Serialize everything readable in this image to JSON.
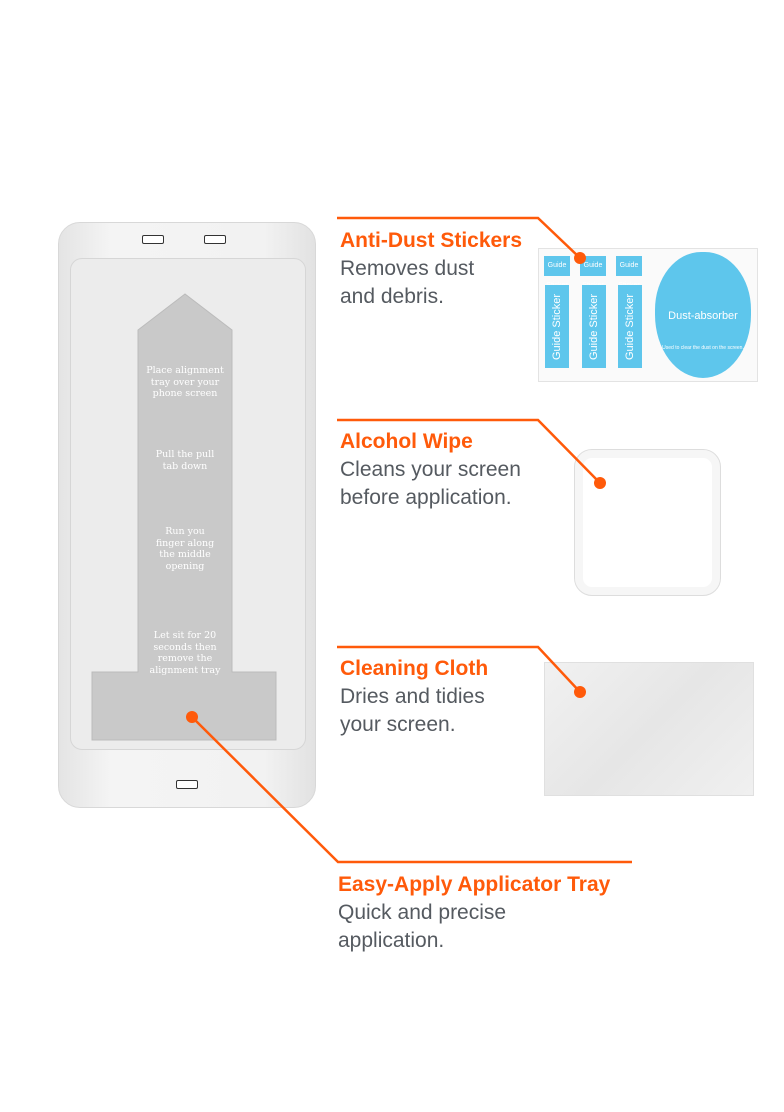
{
  "accent_color": "#ff5a0a",
  "tray": {
    "steps": [
      "Place alignment tray over your phone screen",
      "Pull the pull tab down",
      "Run you finger along the middle opening",
      "Let sit for 20 seconds then remove the alignment tray"
    ]
  },
  "features": {
    "anti_dust": {
      "title": "Anti-Dust Stickers",
      "desc1": "Removes dust",
      "desc2": "and debris."
    },
    "alcohol": {
      "title": "Alcohol Wipe",
      "desc1": "Cleans your screen",
      "desc2": "before application."
    },
    "cloth": {
      "title": "Cleaning Cloth",
      "desc1": "Dries and tidies",
      "desc2": "your screen."
    },
    "tray": {
      "title": "Easy-Apply Applicator Tray",
      "desc1": "Quick and precise",
      "desc2": "application."
    }
  },
  "stickers": {
    "guide_label": "Guide Sticker",
    "absorber_label": "Dust-absorber",
    "absorber_note": "Used to clear the dust on the screen."
  }
}
